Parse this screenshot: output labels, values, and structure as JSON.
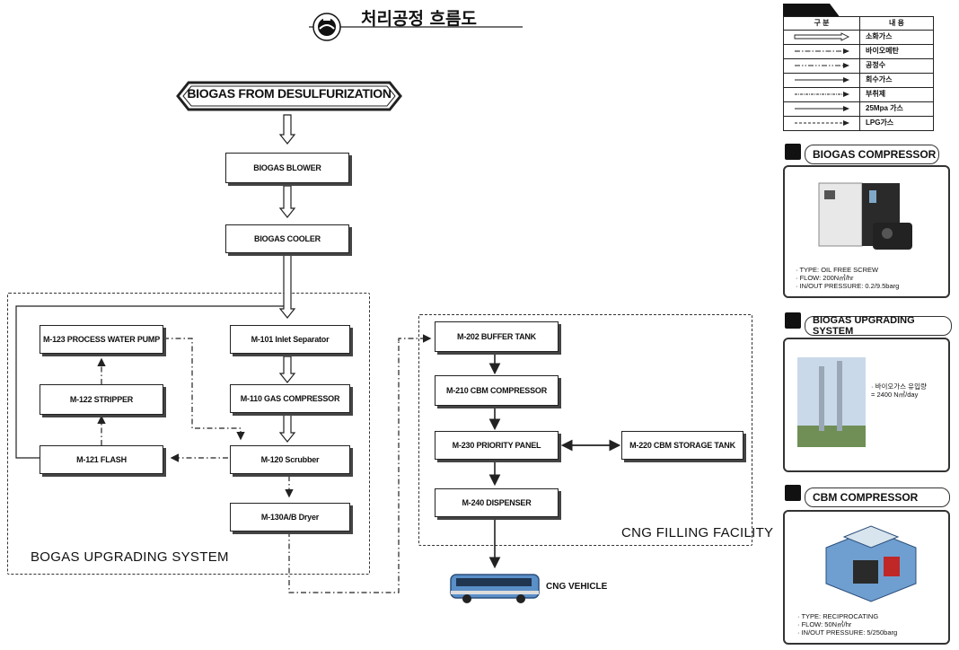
{
  "title": "처리공정 흐름도",
  "source": "BIOGAS FROM DESULFURIZATION",
  "boxes": {
    "blower": "BIOGAS BLOWER",
    "cooler": "BIOGAS COOLER",
    "m123": "M-123 PROCESS WATER PUMP",
    "m101": "M-101 Inlet Separator",
    "m122": "M-122 STRIPPER",
    "m110": "M-110 GAS COMPRESSOR",
    "m121": "M-121 FLASH",
    "m120": "M-120 Scrubber",
    "m130": "M-130A/B Dryer",
    "m202": "M-202 BUFFER TANK",
    "m210": "M-210 CBM COMPRESSOR",
    "m230": "M-230 PRIORITY PANEL",
    "m220": "M-220 CBM STORAGE TANK",
    "m240": "M-240 DISPENSER"
  },
  "regions": {
    "upgrading": "BOGAS UPGRADING SYSTEM",
    "filling": "CNG FILLING FACILITY"
  },
  "vehicle_label": "CNG VEHICLE",
  "legend": {
    "header_col1": "구 분",
    "header_col2": "내   용",
    "rows": [
      {
        "label": "소화가스",
        "style": "double"
      },
      {
        "label": "바이오메탄",
        "style": "dashdot"
      },
      {
        "label": "공정수",
        "style": "dashdotdot"
      },
      {
        "label": "회수가스",
        "style": "solid"
      },
      {
        "label": "부취제",
        "style": "densedash"
      },
      {
        "label": "25Mpa 가스",
        "style": "solid"
      },
      {
        "label": "LPG가스",
        "style": "dashed"
      }
    ]
  },
  "cards": {
    "compressor": {
      "title": "BIOGAS COMPRESSOR",
      "specs": [
        "· TYPE: OIL FREE SCREW",
        "· FLOW: 200N㎥/hr",
        "· IN/OUT PRESSURE: 0.2/9.5barg"
      ]
    },
    "upgrading": {
      "title": "BIOGAS UPGRADING SYSTEM",
      "specs": [
        "· 바이오가스 유입량",
        "= 2400 N㎥/day"
      ]
    },
    "cbm": {
      "title": "CBM COMPRESSOR",
      "specs": [
        "· TYPE: RECIPROCATING",
        "· FLOW: 50N㎥/hr",
        "· IN/OUT PRESSURE: 5/250barg"
      ]
    }
  },
  "colors": {
    "line": "#222222",
    "photo_dark": "#2a2a2a",
    "bus": "#5a8fc8",
    "cbm_machine": "#6f9fd0",
    "sky": "#c9d9e9"
  }
}
